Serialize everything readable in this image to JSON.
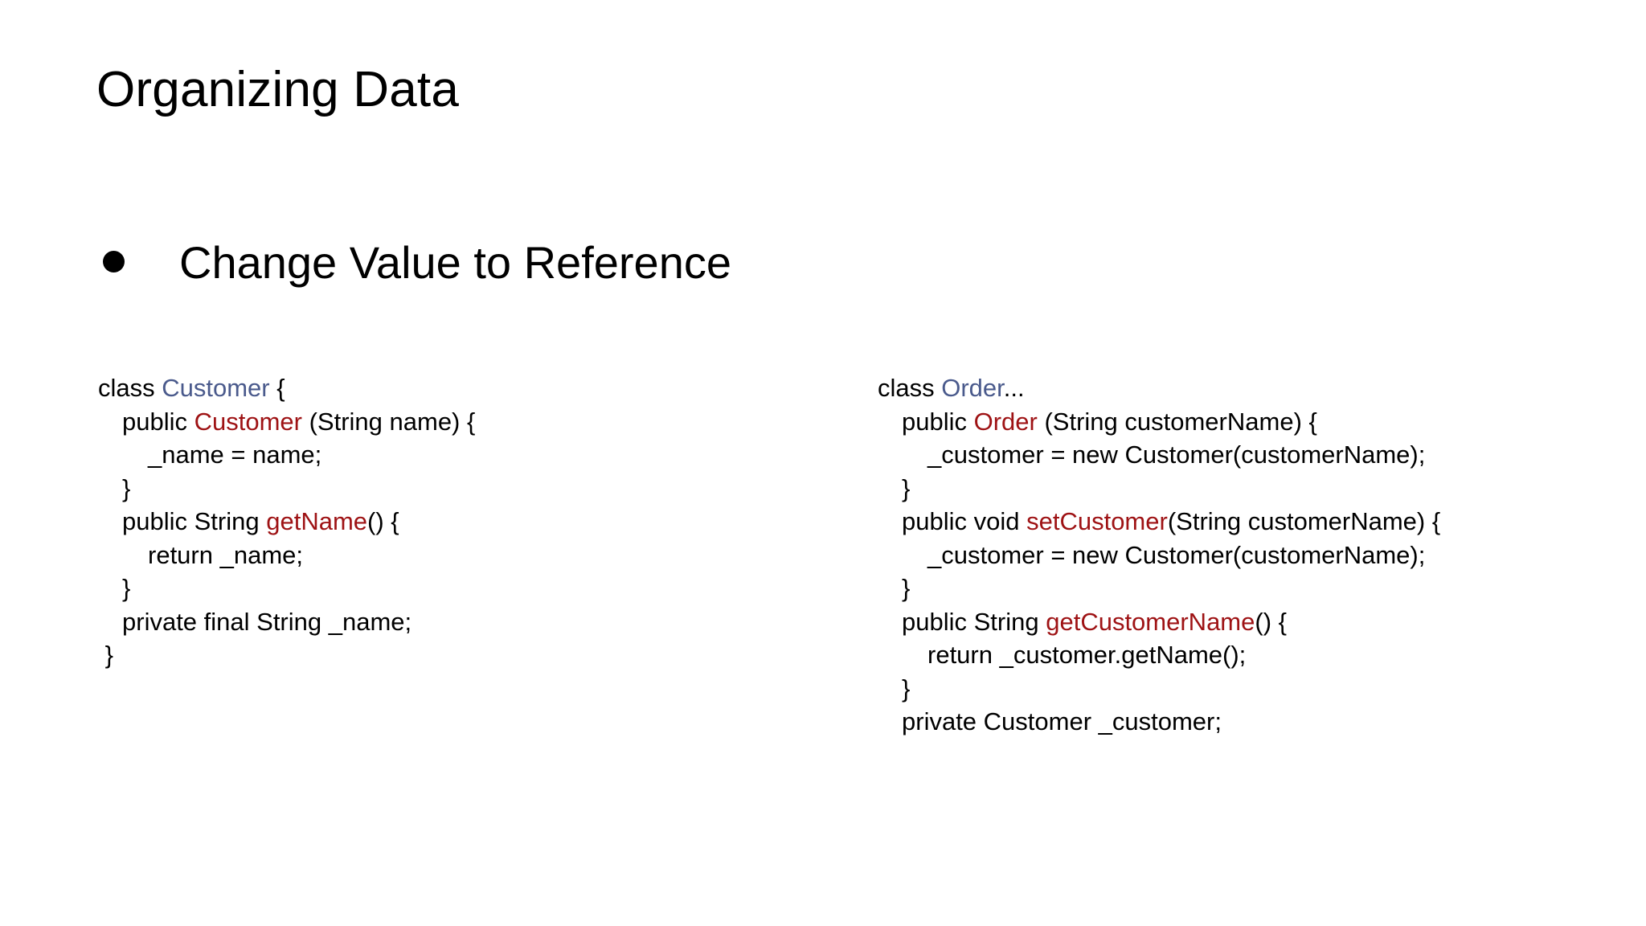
{
  "slide": {
    "title": "Organizing Data",
    "bullet": {
      "marker": "bullet-dot",
      "text": "Change Value to Reference"
    }
  },
  "colors": {
    "background": "#ffffff",
    "text": "#000000",
    "type_name": "#4a5a8c",
    "member_name": "#9e1214"
  },
  "code_left": {
    "name": "customer-class-code",
    "lines": [
      {
        "indent": 0,
        "parts": [
          {
            "t": "class ",
            "c": "plain"
          },
          {
            "t": "Customer",
            "c": "type"
          },
          {
            "t": " {",
            "c": "plain"
          }
        ]
      },
      {
        "indent": 1,
        "parts": [
          {
            "t": "public ",
            "c": "plain"
          },
          {
            "t": "Customer",
            "c": "member"
          },
          {
            "t": " (String name) {",
            "c": "plain"
          }
        ]
      },
      {
        "indent": 2,
        "parts": [
          {
            "t": "_name = name;",
            "c": "plain"
          }
        ]
      },
      {
        "indent": 1,
        "parts": [
          {
            "t": "}",
            "c": "plain"
          }
        ]
      },
      {
        "indent": 1,
        "parts": [
          {
            "t": "public String ",
            "c": "plain"
          },
          {
            "t": "getName",
            "c": "member"
          },
          {
            "t": "() {",
            "c": "plain"
          }
        ]
      },
      {
        "indent": 2,
        "parts": [
          {
            "t": "return _name;",
            "c": "plain"
          }
        ]
      },
      {
        "indent": 1,
        "parts": [
          {
            "t": "}",
            "c": "plain"
          }
        ]
      },
      {
        "indent": 1,
        "parts": [
          {
            "t": "private final String _name;",
            "c": "plain"
          }
        ]
      },
      {
        "indent": 0,
        "parts": [
          {
            "t": " }",
            "c": "plain"
          }
        ]
      }
    ]
  },
  "code_right": {
    "name": "order-class-code",
    "lines": [
      {
        "indent": 0,
        "parts": [
          {
            "t": "class ",
            "c": "plain"
          },
          {
            "t": "Order",
            "c": "type"
          },
          {
            "t": "...",
            "c": "plain"
          }
        ]
      },
      {
        "indent": 1,
        "parts": [
          {
            "t": "public ",
            "c": "plain"
          },
          {
            "t": "Order",
            "c": "member"
          },
          {
            "t": " (String customerName) {",
            "c": "plain"
          }
        ]
      },
      {
        "indent": 2,
        "parts": [
          {
            "t": "_customer = new Customer(customerName);",
            "c": "plain"
          }
        ]
      },
      {
        "indent": 1,
        "parts": [
          {
            "t": "}",
            "c": "plain"
          }
        ]
      },
      {
        "indent": 1,
        "parts": [
          {
            "t": "public void ",
            "c": "plain"
          },
          {
            "t": "setCustomer",
            "c": "member"
          },
          {
            "t": "(String customerName) {",
            "c": "plain"
          }
        ]
      },
      {
        "indent": 2,
        "parts": [
          {
            "t": "_customer = new Customer(customerName);",
            "c": "plain"
          }
        ]
      },
      {
        "indent": 1,
        "parts": [
          {
            "t": "}",
            "c": "plain"
          }
        ]
      },
      {
        "indent": 1,
        "parts": [
          {
            "t": "public String ",
            "c": "plain"
          },
          {
            "t": "getCustomerName",
            "c": "member"
          },
          {
            "t": "() {",
            "c": "plain"
          }
        ]
      },
      {
        "indent": 2,
        "parts": [
          {
            "t": "return _customer.getName();",
            "c": "plain"
          }
        ]
      },
      {
        "indent": 1,
        "parts": [
          {
            "t": "}",
            "c": "plain"
          }
        ]
      },
      {
        "indent": 1,
        "parts": [
          {
            "t": "private Customer _customer;",
            "c": "plain"
          }
        ]
      }
    ]
  }
}
